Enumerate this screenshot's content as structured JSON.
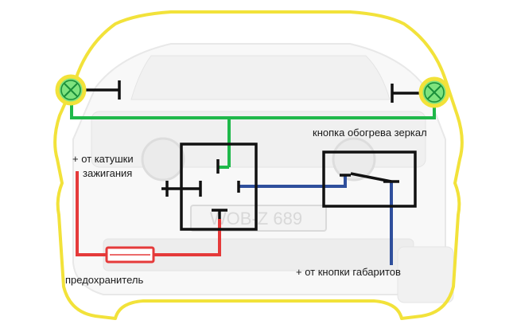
{
  "labels": {
    "ignition_line1": "+ от катушки",
    "ignition_line2": "зажигания",
    "mirror_button": "кнопка обогрева зеркал",
    "fuse": "предохранитель",
    "parking_lights": "+ от кнопки габаритов",
    "plate_text": "WOB-Z 689"
  },
  "colors": {
    "outline": "#f2e23a",
    "wire_lamp": "#1fb84a",
    "wire_control": "#2f4f9c",
    "wire_power": "#e53a3a",
    "lamp_fill": "#7ee37e",
    "lamp_outline": "#f2e23a",
    "relay": "#111111"
  },
  "icons": [
    "lamp-left-icon",
    "lamp-right-icon",
    "ground-left-icon",
    "ground-right-icon",
    "relay-icon",
    "switch-icon",
    "fuse-icon"
  ]
}
